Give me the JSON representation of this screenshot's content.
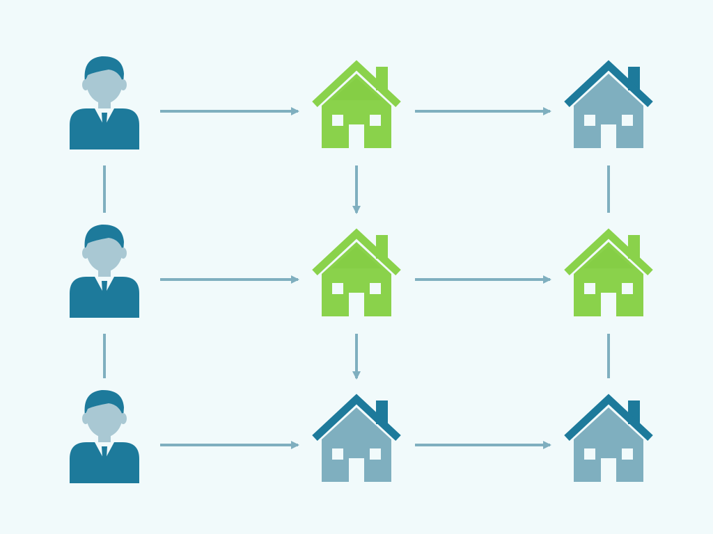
{
  "colors": {
    "background": "#F1FAFB",
    "person_hair": "#1D7A9B",
    "person_face": "#A9C8D3",
    "person_suit": "#1D7A9B",
    "person_shirt": "#F1FAFB",
    "house_green": "#8AD24B",
    "house_green_dark": "#7CC83C",
    "house_blue_body": "#7FAFBF",
    "house_blue_roof": "#1D7A9B",
    "connector": "#7FAFBF",
    "window": "#F1FAFB"
  },
  "diagram": {
    "rows": [
      {
        "person": {
          "icon": "person-icon"
        },
        "houses": [
          {
            "icon": "house-icon",
            "variant": "green"
          },
          {
            "icon": "house-icon",
            "variant": "blue"
          }
        ]
      },
      {
        "person": {
          "icon": "person-icon"
        },
        "houses": [
          {
            "icon": "house-icon",
            "variant": "green"
          },
          {
            "icon": "house-icon",
            "variant": "green"
          }
        ]
      },
      {
        "person": {
          "icon": "person-icon"
        },
        "houses": [
          {
            "icon": "house-icon",
            "variant": "blue"
          },
          {
            "icon": "house-icon",
            "variant": "blue"
          }
        ]
      }
    ],
    "connectors": {
      "person_column": [
        "line",
        "line"
      ],
      "middle_column": [
        "arrow-down",
        "arrow-down"
      ],
      "right_column": [
        "line",
        "line"
      ],
      "horizontal": [
        "arrow-right",
        "arrow-right"
      ]
    }
  }
}
